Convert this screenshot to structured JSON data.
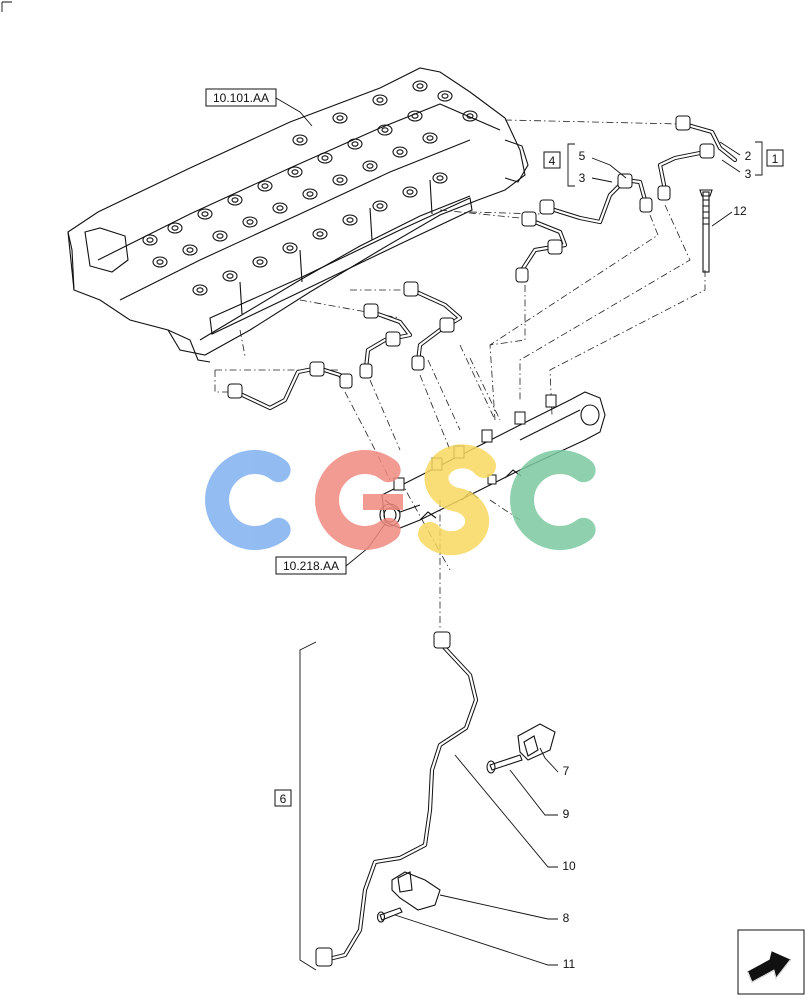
{
  "references": {
    "cylinder_head": "10.101.AA",
    "fuel_rail": "10.218.AA"
  },
  "callouts": {
    "c1": "1",
    "c2": "2",
    "c3a": "3",
    "c3b": "3",
    "c4": "4",
    "c5": "5",
    "c6": "6",
    "c7": "7",
    "c8": "8",
    "c9": "9",
    "c10": "10",
    "c11": "11",
    "c12": "12"
  },
  "watermark": {
    "letters": [
      "C",
      "G",
      "S",
      "C"
    ],
    "colors": [
      "#7fb0f0",
      "#f08a80",
      "#f8d860",
      "#7cc8a0"
    ]
  },
  "icons": {
    "nav": "arrow-next-page-icon"
  }
}
